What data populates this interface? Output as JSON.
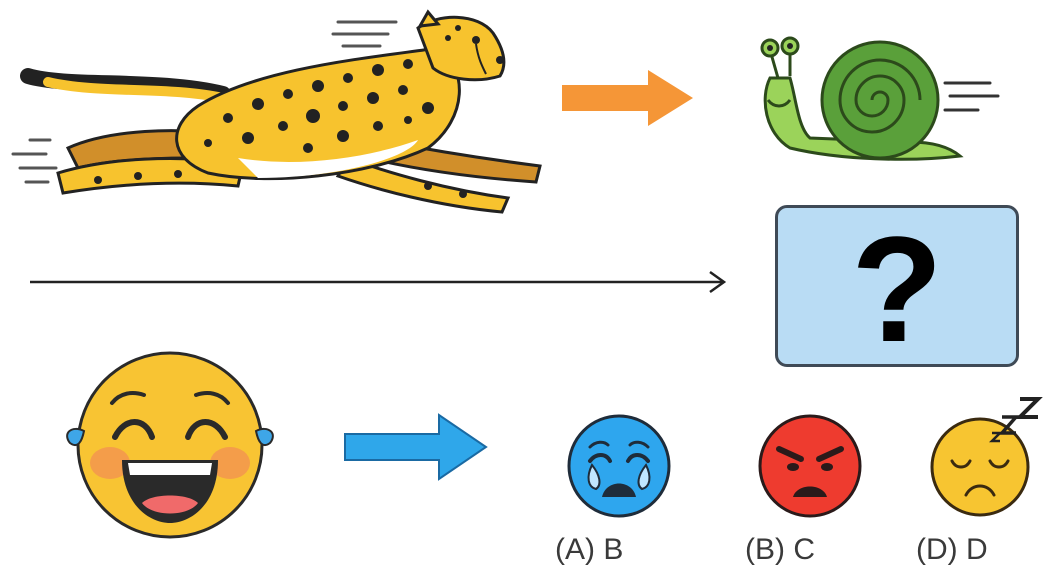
{
  "question_box": {
    "symbol": "?"
  },
  "options": [
    {
      "label": "(A) B",
      "icon": "crying-face-icon",
      "color": "#2ea6ee"
    },
    {
      "label": "(B) C",
      "icon": "angry-face-icon",
      "color": "#ee3b2f"
    },
    {
      "label": "(D) D",
      "icon": "sleepy-face-icon",
      "color": "#f7c531"
    }
  ],
  "colors": {
    "orange_arrow": "#f59637",
    "blue_arrow": "#2fa7ea",
    "cheetah": "#f7c32e",
    "snail_body": "#9bd35a",
    "snail_shell": "#5aa03a",
    "box_fill": "#b9dcf4",
    "laughing_face": "#f8c433"
  }
}
